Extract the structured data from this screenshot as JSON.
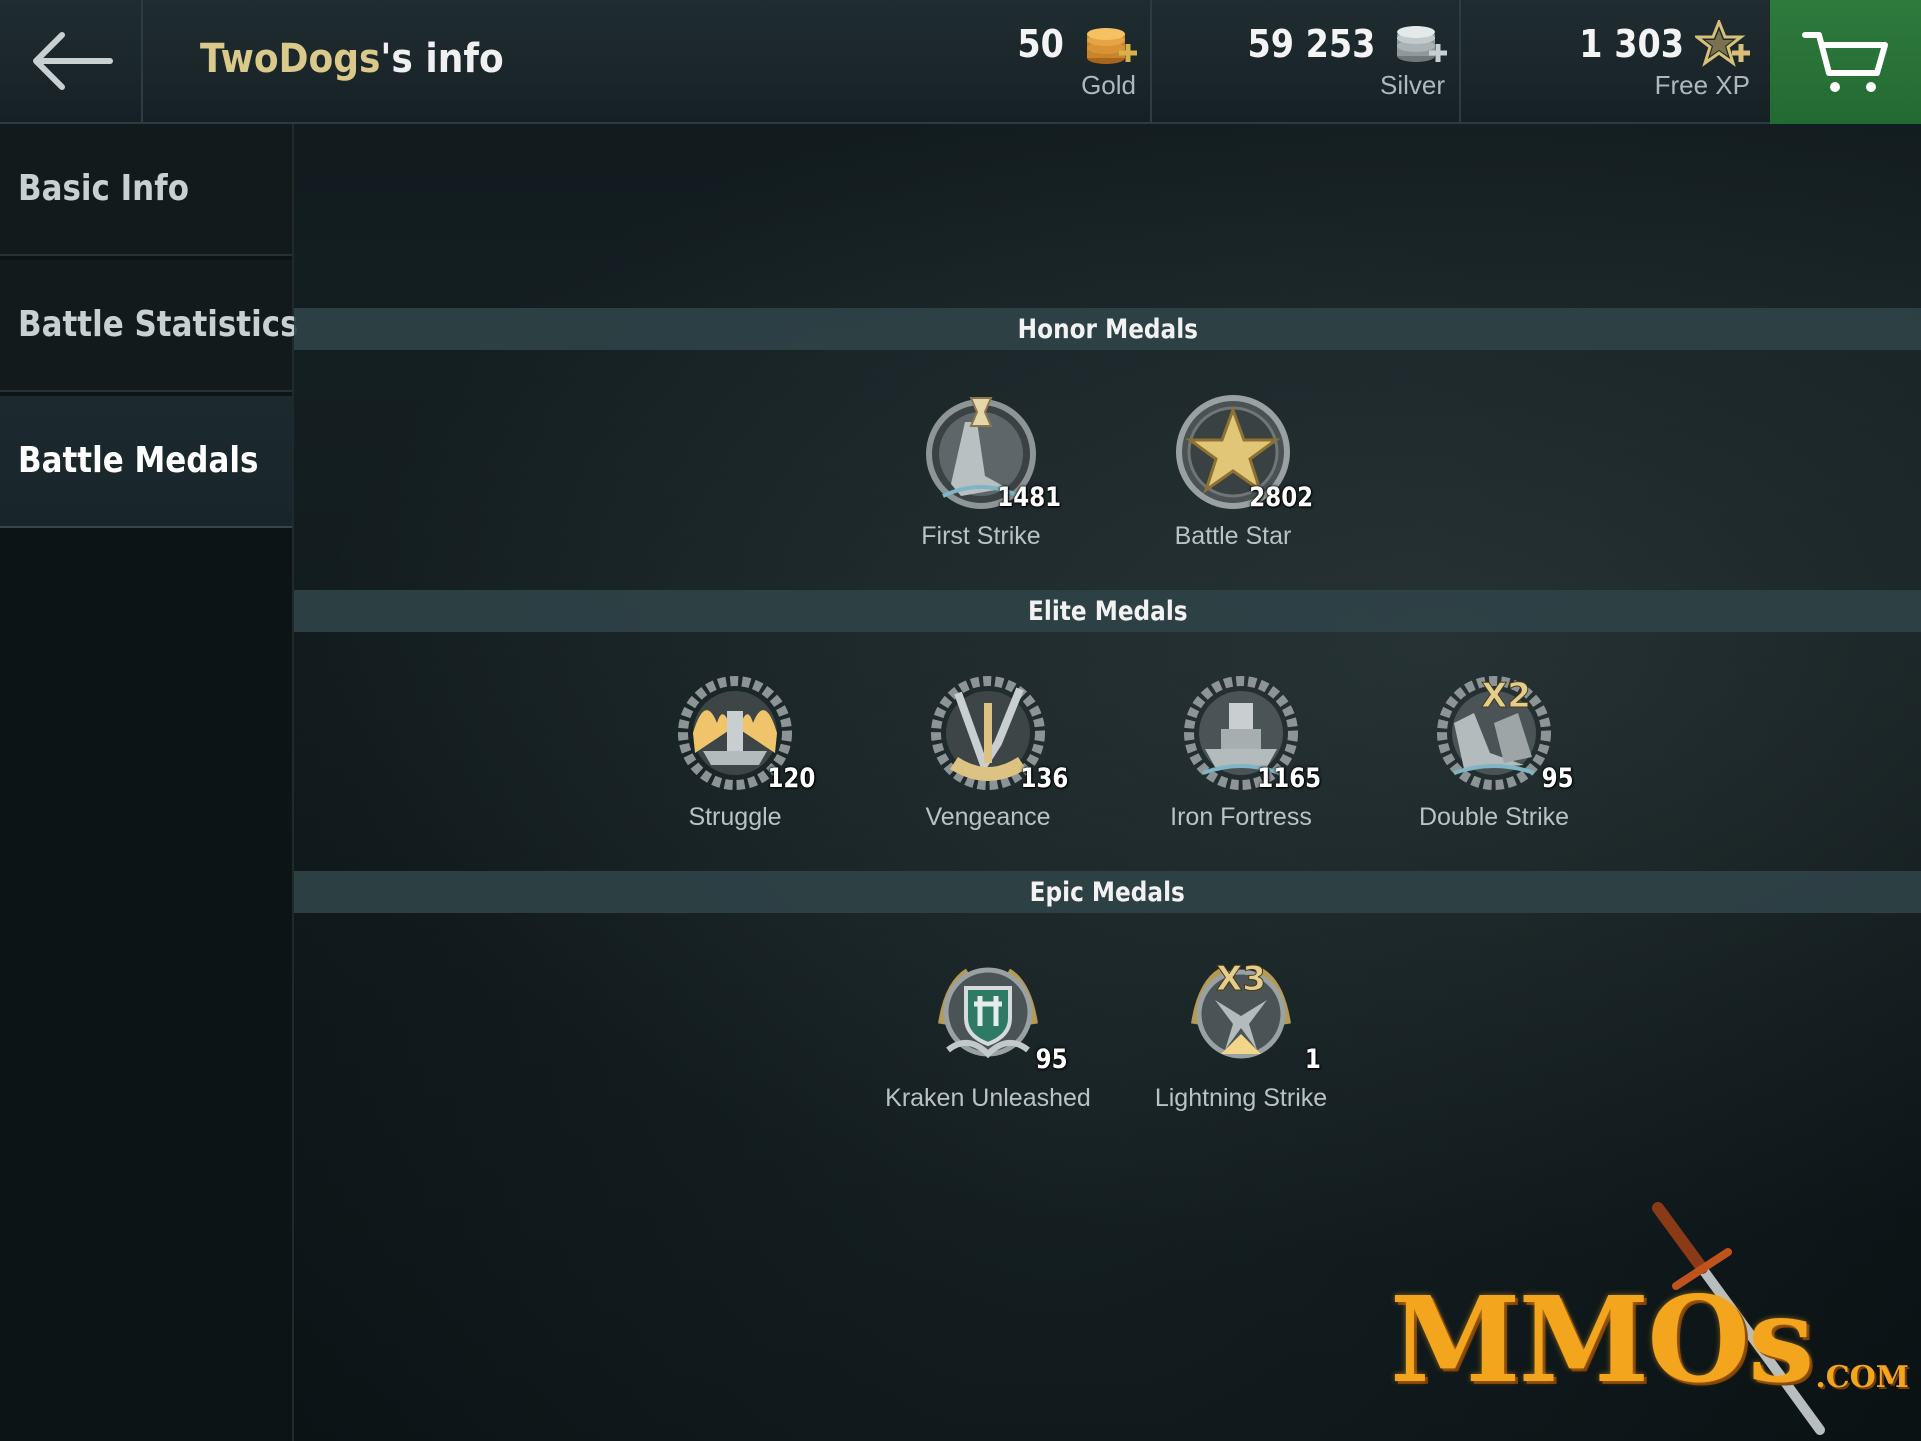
{
  "header": {
    "player_name": "TwoDogs",
    "title_suffix": "'s info",
    "currencies": [
      {
        "amount": "50",
        "label": "Gold",
        "icon": "gold-coins-plus-icon"
      },
      {
        "amount": "59 253",
        "label": "Silver",
        "icon": "silver-coins-plus-icon"
      },
      {
        "amount": "1 303",
        "label": "Free XP",
        "icon": "free-xp-star-plus-icon"
      }
    ],
    "back_icon": "back-arrow-icon",
    "cart_icon": "shopping-cart-icon",
    "colors": {
      "player_name": "#d9c98a",
      "cart_bg": "#2e7a3d"
    }
  },
  "sidebar": {
    "items": [
      {
        "label": "Basic Info",
        "active": false
      },
      {
        "label": "Battle Statistics",
        "active": false
      },
      {
        "label": "Battle Medals",
        "active": true
      }
    ]
  },
  "sections": [
    {
      "title": "Honor Medals",
      "medals": [
        {
          "name": "First Strike",
          "count": "1481",
          "icon": "first-strike-medal-icon"
        },
        {
          "name": "Battle Star",
          "count": "2802",
          "icon": "battle-star-medal-icon"
        }
      ]
    },
    {
      "title": "Elite Medals",
      "medals": [
        {
          "name": "Struggle",
          "count": "120",
          "icon": "struggle-medal-icon"
        },
        {
          "name": "Vengeance",
          "count": "136",
          "icon": "vengeance-medal-icon"
        },
        {
          "name": "Iron Fortress",
          "count": "1165",
          "icon": "iron-fortress-medal-icon"
        },
        {
          "name": "Double Strike",
          "count": "95",
          "icon": "double-strike-medal-icon",
          "badge": "X2"
        }
      ]
    },
    {
      "title": "Epic Medals",
      "medals": [
        {
          "name": "Kraken Unleashed",
          "count": "95",
          "icon": "kraken-unleashed-medal-icon"
        },
        {
          "name": "Lightning Strike",
          "count": "1",
          "icon": "lightning-strike-medal-icon",
          "badge": "X3"
        }
      ]
    }
  ],
  "watermark": {
    "text": "MMOs",
    "sub": ".COM"
  }
}
